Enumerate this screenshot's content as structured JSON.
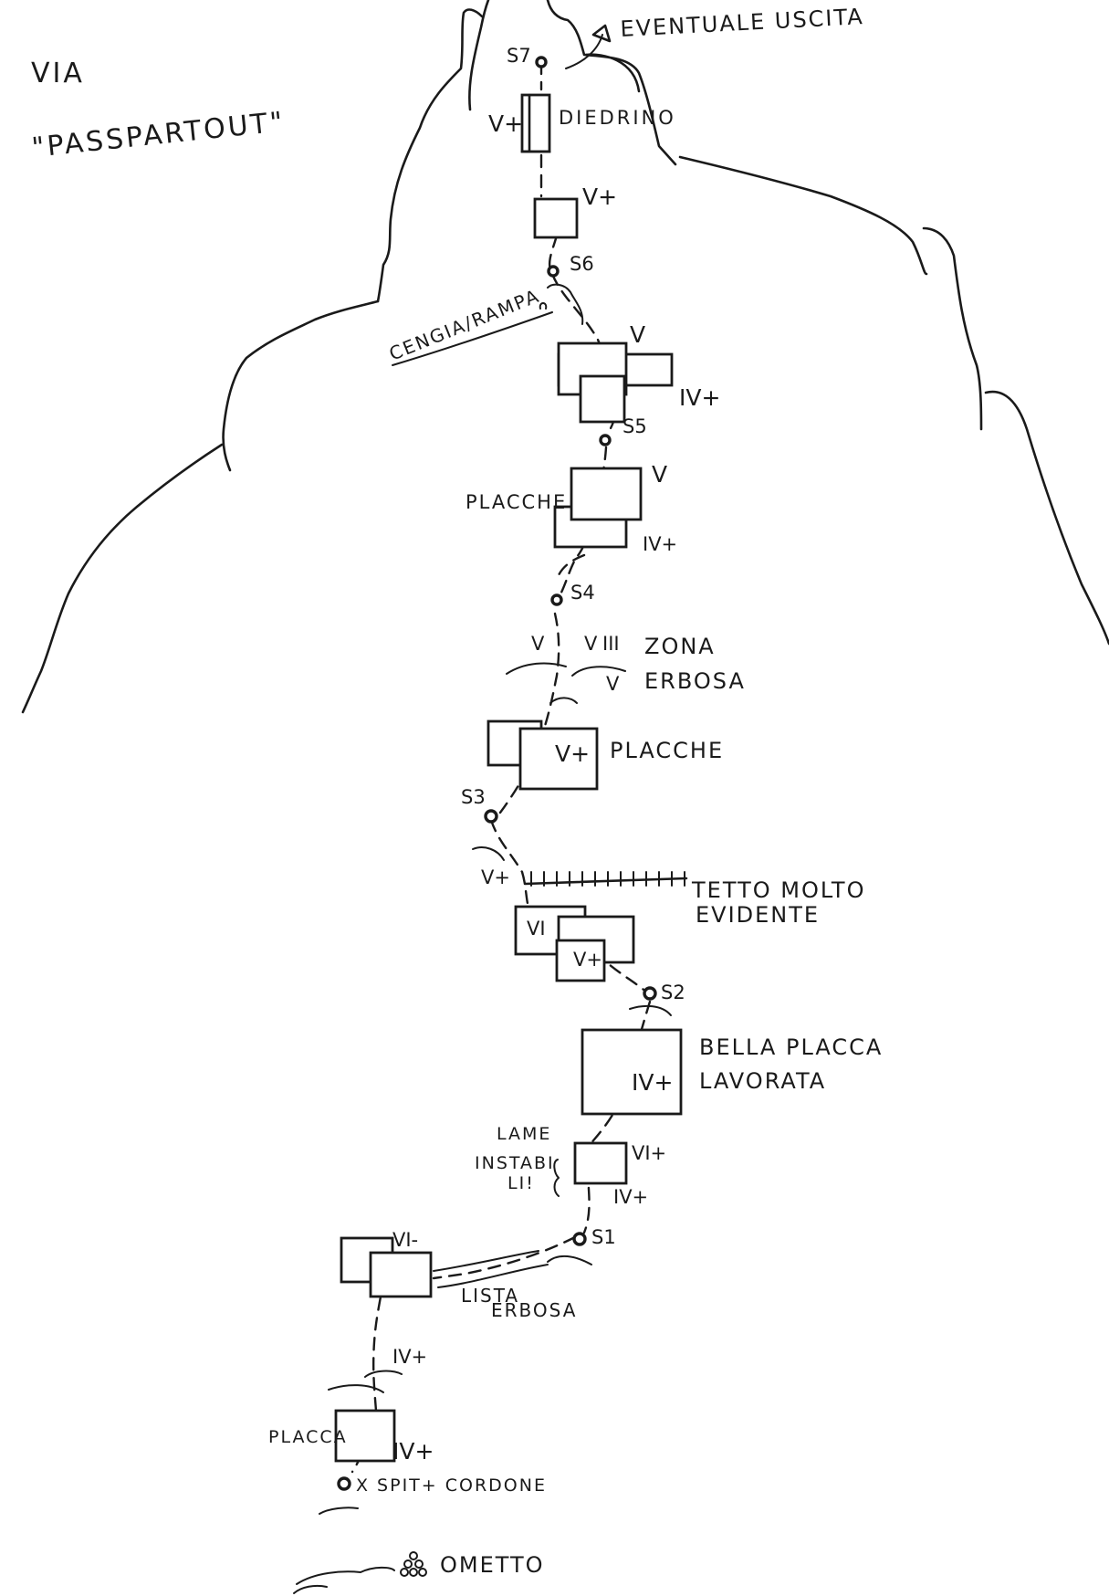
{
  "title": {
    "line1": "VIA",
    "line2": "\"PASSPARTOUT\""
  },
  "stations": {
    "s1": "S1",
    "s2": "S2",
    "s3": "S3",
    "s4": "S4",
    "s5": "S5",
    "s6": "S6",
    "s7": "S7"
  },
  "grades": {
    "diedrino": "V+",
    "top_block": "V+",
    "above_s5_upper": "V",
    "above_s5_lower": "IV+",
    "placche_upper": "V",
    "placche_lower": "IV+",
    "zona_erbosa_a": "V",
    "zona_erbosa_b": "V",
    "zona_erbosa_c": "V",
    "zona_erbosa_iii": "III",
    "placche_s3": "V+",
    "tetto": "V+",
    "tetto_block_1": "VI",
    "tetto_block_2": "V+",
    "bella_placca": "IV+",
    "lame_block": "VI+",
    "lame_below": "IV+",
    "lista_block": "VI-",
    "above_placca": "IV+",
    "placca": "IV+"
  },
  "labels": {
    "eventuale_uscita": "EVENTUALE USCITA",
    "diedrino": "DIEDRINO",
    "cengia_rampa": "CENGIA/RAMPA",
    "placche_1": "PLACCHE",
    "zona_erbosa_1": "ZONA",
    "zona_erbosa_2": "ERBOSA",
    "placche_2": "PLACCHE",
    "tetto_1": "TETTO MOLTO",
    "tetto_2": "EVIDENTE",
    "bella_placca_1": "BELLA PLACCA",
    "bella_placca_2": "LAVORATA",
    "lame_1": "LAME",
    "lame_2": "INSTABI",
    "lame_3": "LI!",
    "lista_1": "LISTA",
    "lista_2": "ERBOSA",
    "placca": "PLACCA",
    "start": "X SPIT+ CORDONE",
    "ometto": "OMETTO"
  }
}
